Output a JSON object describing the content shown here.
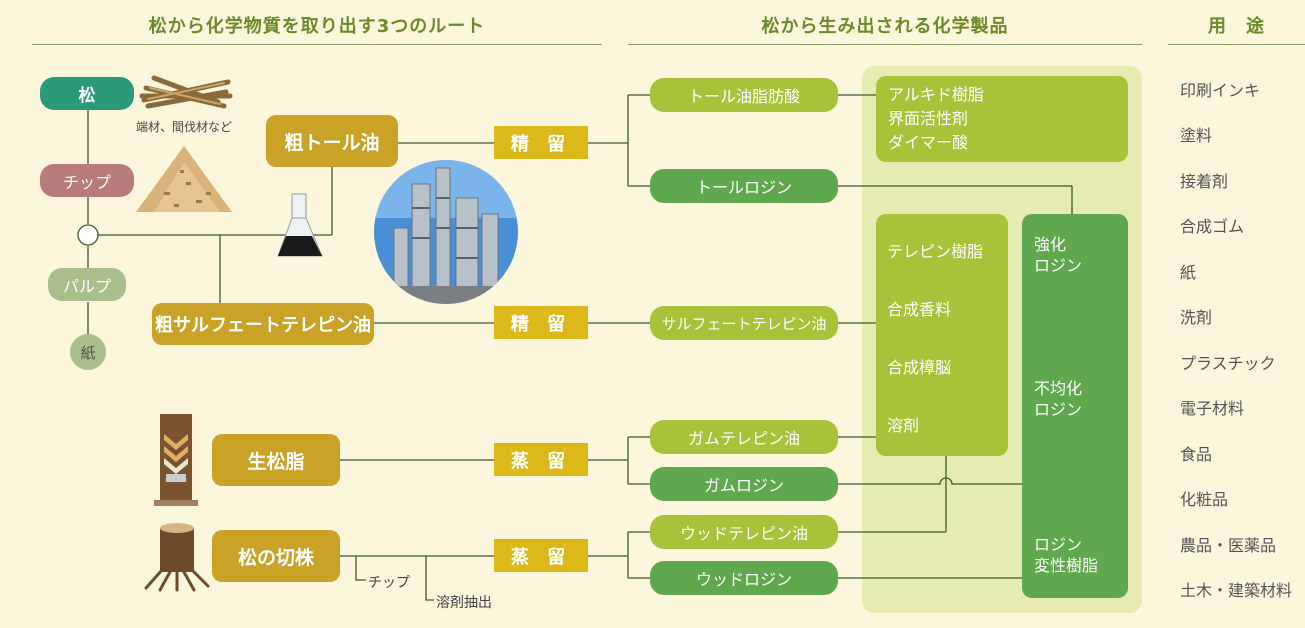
{
  "headers": {
    "routes": "松から化学物質を取り出す3つのルート",
    "products": "松から生み出される化学製品",
    "uses": "用　途"
  },
  "left_chain": {
    "pine": "松",
    "scrap_caption": "端材、間伐材など",
    "chip": "チップ",
    "pulp": "パルプ",
    "paper": "紙"
  },
  "raw_materials": {
    "crude_tall_oil": "粗トール油",
    "crude_sulfate_turpentine": "粗サルフェートテレピン油",
    "raw_pine_resin": "生松脂",
    "pine_stump": "松の切株",
    "stump_chip": "チップ",
    "solvent_extraction": "溶剤抽出"
  },
  "processes": {
    "refine1": "精 留",
    "refine2": "精 留",
    "distill1": "蒸 留",
    "distill2": "蒸 留"
  },
  "intermediates": {
    "tall_fatty_acid": "トール油脂肪酸",
    "tall_rosin": "トールロジン",
    "sulfate_turpentine": "サルフェートテレピン油",
    "gum_turpentine": "ガムテレピン油",
    "gum_rosin": "ガムロジン",
    "wood_turpentine": "ウッドテレピン油",
    "wood_rosin": "ウッドロジン"
  },
  "products": {
    "fatty_acid_products": [
      "アルキド樹脂",
      "界面活性剤",
      "ダイマー酸"
    ],
    "turpentine_products": [
      "テレピン樹脂",
      "合成香料",
      "合成樟脳",
      "溶剤"
    ],
    "rosin_products": [
      "強化\nロジン",
      "不均化\nロジン",
      "ロジン\n変性樹脂"
    ]
  },
  "uses": [
    "印刷インキ",
    "塗料",
    "接着剤",
    "合成ゴム",
    "紙",
    "洗剤",
    "プラスチック",
    "電子材料",
    "食品",
    "化粧品",
    "農品・医薬品",
    "土木・建築材料"
  ],
  "colors": {
    "gold": "#c9a227",
    "process_yellow": "#dcb81b",
    "light_green": "#a8c23a",
    "dark_green": "#5fa84e",
    "teal": "#2a9a7a",
    "mauve": "#b97a7a",
    "sage": "#a9be8c",
    "panel": "#e6ebb2",
    "background": "#fcf6dc"
  },
  "icons": [
    "wood-pile-icon",
    "sawdust-pile-icon",
    "flask-icon",
    "factory-photo-icon",
    "tapped-trunk-icon",
    "tree-stump-icon"
  ]
}
